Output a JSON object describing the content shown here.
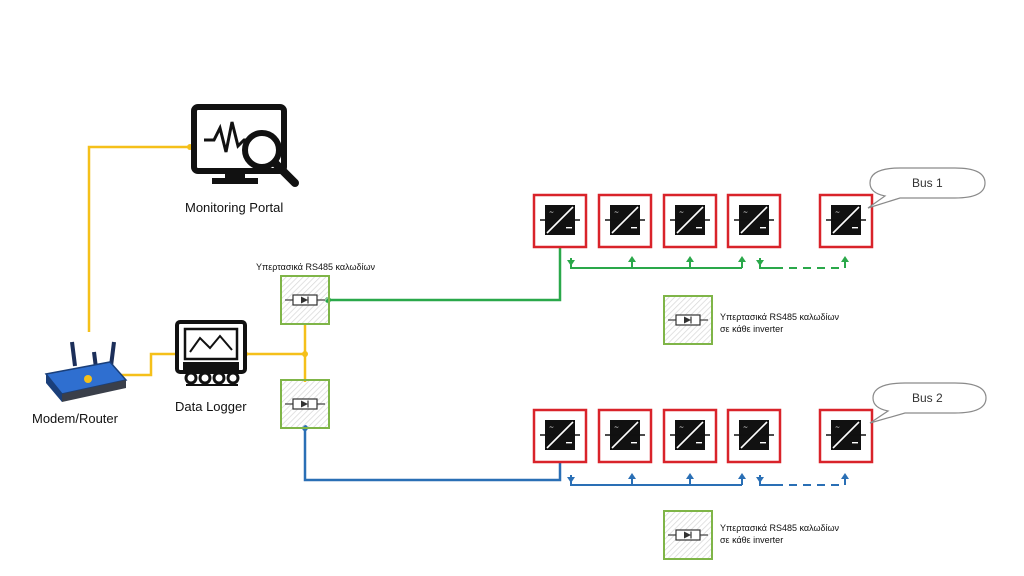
{
  "labels": {
    "monitoring_portal": "Monitoring Portal",
    "modem_router": "Modem/Router",
    "data_logger": "Data Logger",
    "surge_top": "Υπερτασικά RS485 καλωδίων"
  },
  "bus1": {
    "name": "Bus 1",
    "legend_line1": "Υπερτασικά RS485 καλωδίων",
    "legend_line2": "σε κάθε inverter"
  },
  "bus2": {
    "name": "Bus 2",
    "legend_line1": "Υπερτασικά RS485 καλωδίων",
    "legend_line2": "σε κάθε inverter"
  },
  "colors": {
    "ethernet": "#f5c01a",
    "bus1": "#2aa84a",
    "bus2": "#2a6fb5",
    "inverter_frame": "#d9232a",
    "surge_frame": "#7fb548",
    "icon": "#111111",
    "router_body": "#2f6fd0"
  },
  "icons": {
    "portal": "monitor-search-icon",
    "router": "wifi-router-icon",
    "logger": "data-logger-icon",
    "inverter": "inverter-icon",
    "surge": "surge-protector-icon"
  }
}
